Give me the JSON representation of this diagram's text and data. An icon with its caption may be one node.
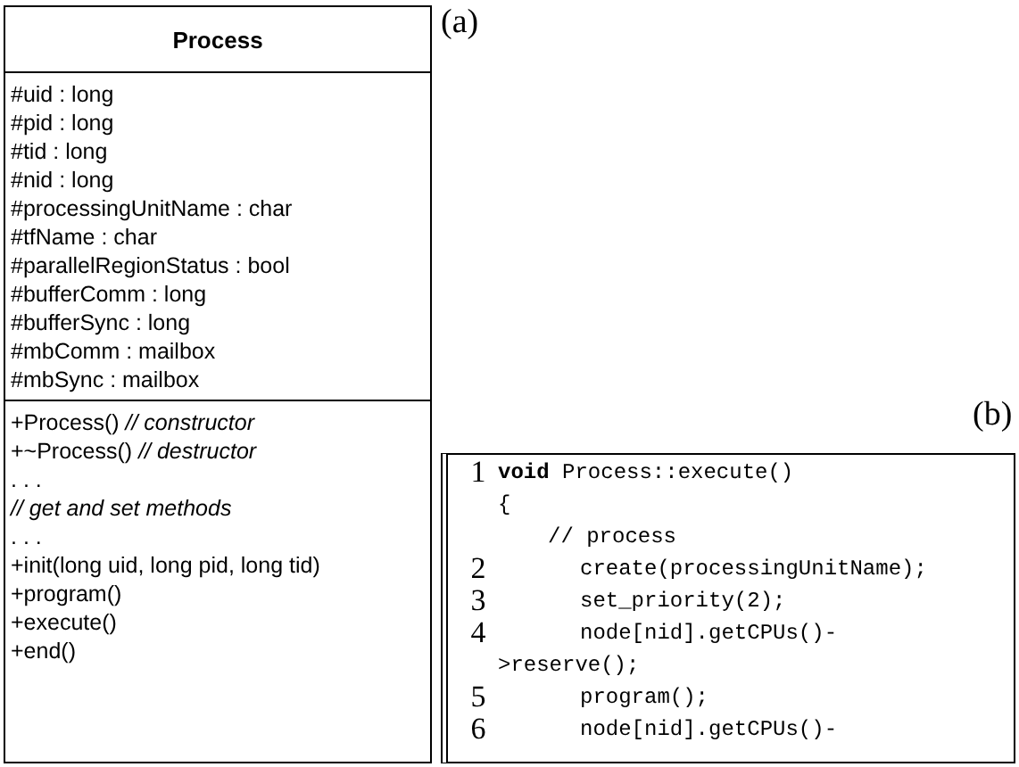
{
  "diagram": {
    "nodes": [
      {
        "text": [
          "Process"
        ]
      },
      {
        "text": [
          "#uid : long",
          "#pid : long",
          "#tid : long",
          "#nid : long",
          "#processingUnitName : char",
          "#tfName : char",
          "#parallelRegionStatus : bool",
          "#bufferComm : long",
          "#bufferSync : long",
          "#mbComm : mailbox",
          "#mbSync : mailbox"
        ],
        "in": 0
      },
      {
        "text": [
          "+Process() *// constructor*",
          "+~Process() *// destructor*",
          ". . .",
          "*// get and set methods*",
          ". . .",
          "+init(long uid, long pid, long tid)",
          "+program()",
          "+execute()",
          "+end()"
        ],
        "in": 0
      },
      {
        "text": [
          "**void** Process::execute()",
          "{",
          "// process",
          "create(processingUnitName);",
          "set_priority(2);",
          "node[nid].getCPUs()->reserve();",
          "program();",
          "node[nid].getCPUs()-"
        ]
      }
    ],
    "labels": [
      "(a)",
      "(b)",
      "1",
      "2",
      "3",
      "4",
      "5",
      "6"
    ]
  }
}
